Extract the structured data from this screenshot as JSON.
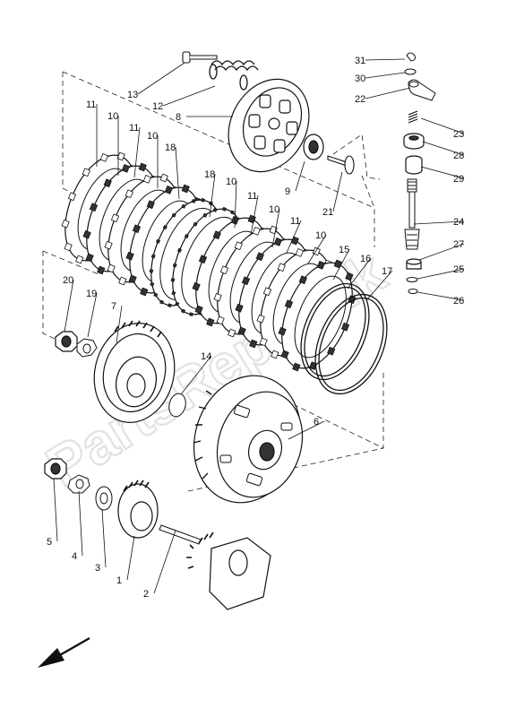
{
  "diagram": {
    "watermark": "PartsRepublik",
    "callouts": [
      {
        "id": "c31",
        "label": "31"
      },
      {
        "id": "c30",
        "label": "30"
      },
      {
        "id": "c22",
        "label": "22"
      },
      {
        "id": "c23",
        "label": "23"
      },
      {
        "id": "c28",
        "label": "28"
      },
      {
        "id": "c29",
        "label": "29"
      },
      {
        "id": "c24",
        "label": "24"
      },
      {
        "id": "c27",
        "label": "27"
      },
      {
        "id": "c25",
        "label": "25"
      },
      {
        "id": "c26",
        "label": "26"
      },
      {
        "id": "c13",
        "label": "13"
      },
      {
        "id": "c12",
        "label": "12"
      },
      {
        "id": "c8",
        "label": "8"
      },
      {
        "id": "c9",
        "label": "9"
      },
      {
        "id": "c21",
        "label": "21"
      },
      {
        "id": "c11a",
        "label": "11"
      },
      {
        "id": "c10a",
        "label": "10"
      },
      {
        "id": "c11b",
        "label": "11"
      },
      {
        "id": "c10b",
        "label": "10"
      },
      {
        "id": "c18a",
        "label": "18"
      },
      {
        "id": "c18b",
        "label": "18"
      },
      {
        "id": "c10c",
        "label": "10"
      },
      {
        "id": "c11c",
        "label": "11"
      },
      {
        "id": "c10d",
        "label": "10"
      },
      {
        "id": "c11d",
        "label": "11"
      },
      {
        "id": "c10e",
        "label": "10"
      },
      {
        "id": "c15",
        "label": "15"
      },
      {
        "id": "c16",
        "label": "16"
      },
      {
        "id": "c17",
        "label": "17"
      },
      {
        "id": "c20",
        "label": "20"
      },
      {
        "id": "c19",
        "label": "19"
      },
      {
        "id": "c7",
        "label": "7"
      },
      {
        "id": "c14",
        "label": "14"
      },
      {
        "id": "c6",
        "label": "6"
      },
      {
        "id": "c5",
        "label": "5"
      },
      {
        "id": "c4",
        "label": "4"
      },
      {
        "id": "c3",
        "label": "3"
      },
      {
        "id": "c1",
        "label": "1"
      },
      {
        "id": "c2",
        "label": "2"
      }
    ]
  }
}
